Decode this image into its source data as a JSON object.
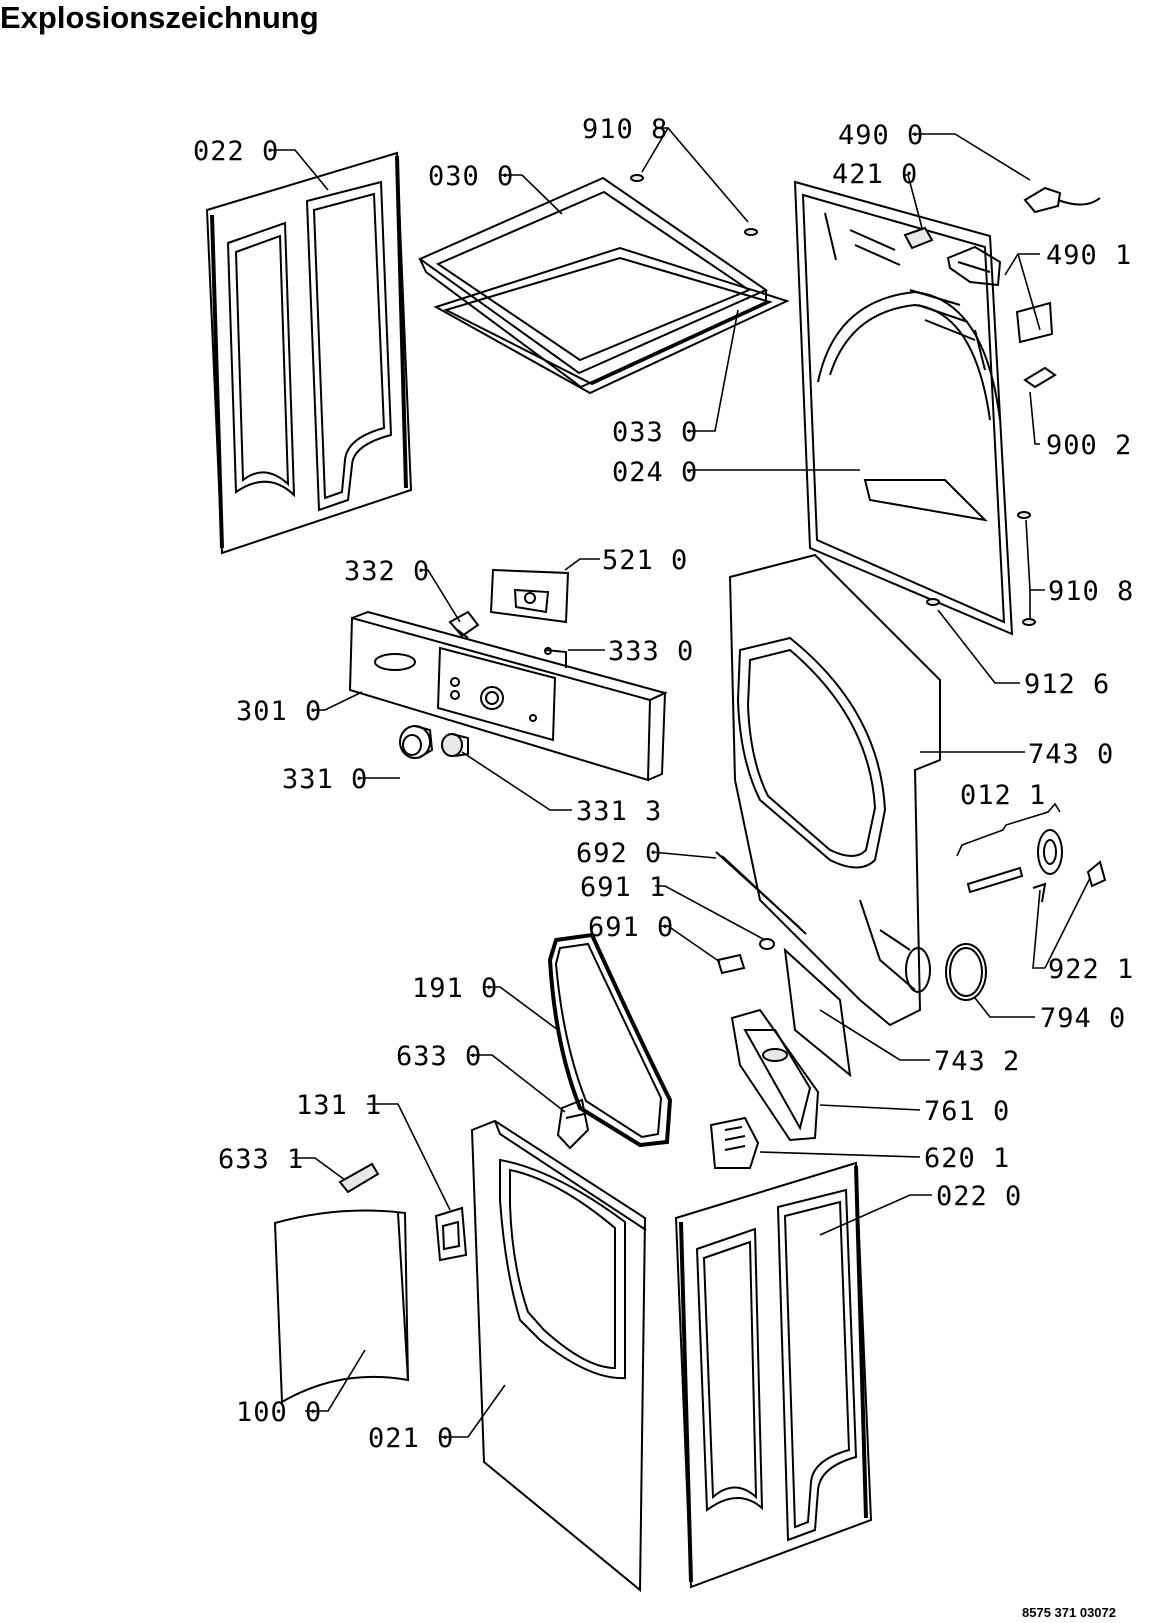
{
  "title": "Explosionszeichnung",
  "document_number": "8575 371 03072",
  "part_labels": [
    "022 0",
    "910 8",
    "030 0",
    "490 0",
    "421 0",
    "490 1",
    "033 0",
    "024 0",
    "900 2",
    "332 0",
    "521 0",
    "910 8",
    "333 0",
    "912 6",
    "301 0",
    "743 0",
    "012 1",
    "331 0",
    "331 3",
    "692 0",
    "691 1",
    "691 0",
    "922 1",
    "191 0",
    "794 0",
    "743 2",
    "633 0",
    "761 0",
    "131 1",
    "620 1",
    "633 1",
    "022 0",
    "100 0",
    "021 0"
  ]
}
